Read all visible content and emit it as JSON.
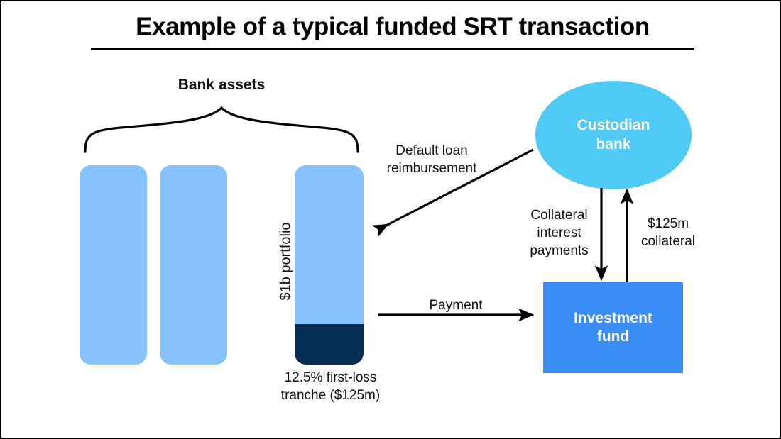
{
  "title": "Example of a typical funded SRT transaction",
  "bank_assets": {
    "label": "Bank assets",
    "portfolio_label": "$1b portfolio",
    "tranche_caption_line1": "12.5% first-loss",
    "tranche_caption_line2": "tranche ($125m)"
  },
  "nodes": {
    "custodian_bank_line1": "Custodian",
    "custodian_bank_line2": "bank",
    "investment_fund_line1": "Investment",
    "investment_fund_line2": "fund"
  },
  "connectors": {
    "default_loan_line1": "Default loan",
    "default_loan_line2": "reimbursement",
    "payment": "Payment",
    "collateral_interest_line1": "Collateral",
    "collateral_interest_line2": "interest",
    "collateral_interest_line3": "payments",
    "collateral_posting_line1": "$125m",
    "collateral_posting_line2": "collateral"
  },
  "colors": {
    "bar_fill": "#86c2fb",
    "tranche_fill": "#042c54",
    "custodian_fill": "#4fcaf5",
    "fund_fill": "#3b8ef5",
    "line": "#000000",
    "background": "#ffffff"
  }
}
